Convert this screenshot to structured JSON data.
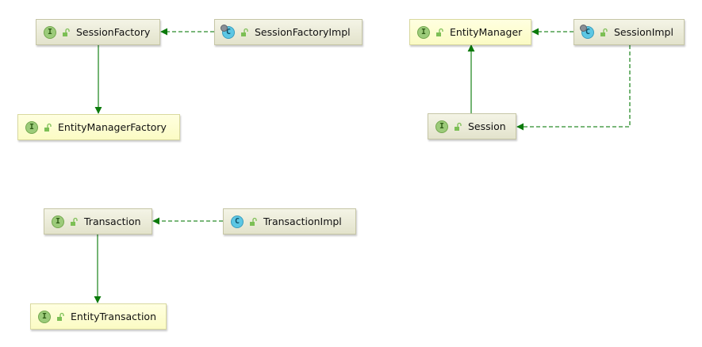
{
  "diagram": {
    "nodes": [
      {
        "id": "session_factory",
        "label": "SessionFactory",
        "kind": "interface"
      },
      {
        "id": "session_factory_impl",
        "label": "SessionFactoryImpl",
        "kind": "class"
      },
      {
        "id": "entity_manager_factory",
        "label": "EntityManagerFactory",
        "kind": "interface"
      },
      {
        "id": "entity_manager",
        "label": "EntityManager",
        "kind": "interface"
      },
      {
        "id": "session_impl",
        "label": "SessionImpl",
        "kind": "class"
      },
      {
        "id": "session",
        "label": "Session",
        "kind": "interface"
      },
      {
        "id": "transaction",
        "label": "Transaction",
        "kind": "interface"
      },
      {
        "id": "transaction_impl",
        "label": "TransactionImpl",
        "kind": "class"
      },
      {
        "id": "entity_transaction",
        "label": "EntityTransaction",
        "kind": "interface"
      }
    ],
    "edges": [
      {
        "from": "session_factory_impl",
        "to": "session_factory",
        "type": "implements"
      },
      {
        "from": "session_factory",
        "to": "entity_manager_factory",
        "type": "extends"
      },
      {
        "from": "session_impl",
        "to": "entity_manager",
        "type": "implements"
      },
      {
        "from": "session_impl",
        "to": "session",
        "type": "implements"
      },
      {
        "from": "session",
        "to": "entity_manager",
        "type": "extends"
      },
      {
        "from": "transaction_impl",
        "to": "transaction",
        "type": "implements"
      },
      {
        "from": "transaction",
        "to": "entity_transaction",
        "type": "extends"
      }
    ],
    "badges": {
      "interface": "I",
      "class": "C"
    },
    "colors": {
      "edge": "#2a8c2a",
      "arrowhead": "#0b7a0b"
    }
  }
}
